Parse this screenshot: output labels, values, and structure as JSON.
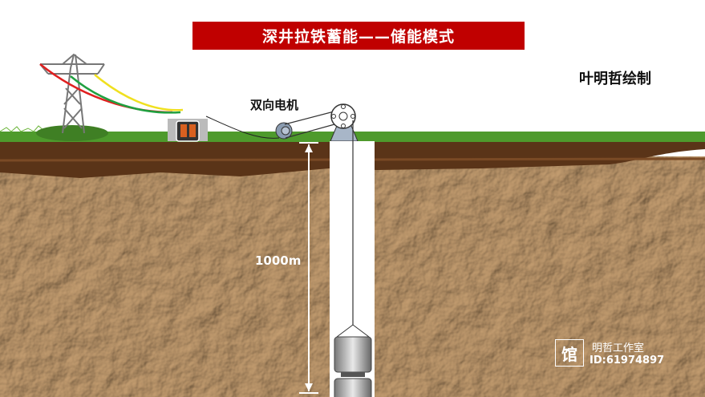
{
  "title": "深井拉铁蓄能——储能模式",
  "author": "叶明哲绘制",
  "labels": {
    "motor": "双向电机",
    "depth": "1000m"
  },
  "watermark": {
    "logo_char": "馆",
    "studio": "明哲工作室",
    "id": "ID:61974897"
  },
  "colors": {
    "title_bg": "#c00000",
    "grass": "#4e9a2c",
    "topsoil": "#5a3418",
    "soil": "#b08a5e",
    "wire_red": "#e02020",
    "wire_green": "#20a040",
    "wire_yellow": "#f0e020"
  }
}
